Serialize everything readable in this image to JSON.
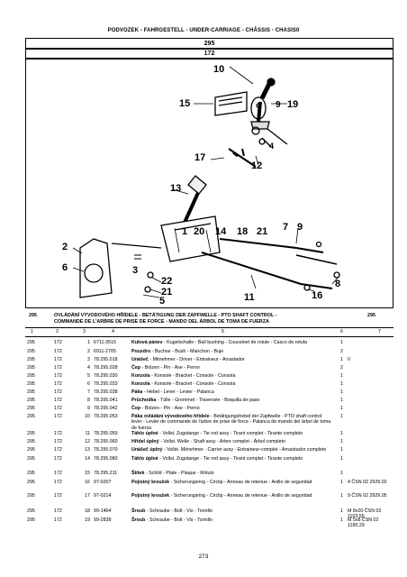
{
  "header": "PODVOZEK - FAHRGESTELL - UNDER-CARRIAGE - CHÂSSIS - CHASIS0",
  "group_number": "295",
  "subgroup_number": "172",
  "figure_callouts": [
    "10",
    "15",
    "9",
    "19",
    "4",
    "17",
    "12",
    "13",
    "1",
    "20",
    "14",
    "18",
    "21",
    "7",
    "9",
    "2",
    "6",
    "3",
    "22",
    "21",
    "5",
    "11",
    "8",
    "16"
  ],
  "section": {
    "number": "295",
    "number_right": "295",
    "title_line1": "OVLÁDÁNÍ VÝVODOVÉHO HŘÍDELE - BETÄTIGUNG DER ZAPFWELLE - PTO SHAFT CONTROL -",
    "title_line2": "COMMANDE DE L'ARBRE DE PRISE DE FORCE - MANDO DEL ÁRBOL DE TOMA DE FUERZA"
  },
  "columns": [
    "1",
    "2",
    "3",
    "4",
    "5",
    "6",
    "7"
  ],
  "rows": [
    {
      "c1": "295",
      "c2": "172",
      "c3": "1",
      "c4": "6711-3515",
      "name": "Kulová pánev",
      "desc": " - Kugelschalle - Ball bushing - Coussinet de rotule - Casco de rotula",
      "qty": "1",
      "note": ""
    },
    {
      "c1": "295",
      "c2": "172",
      "c3": "2",
      "c4": "6911-2705",
      "name": "Pouzdro",
      "desc": " - Buchse - Bush - Manchon - Buje",
      "qty": "2",
      "note": ""
    },
    {
      "c1": "295",
      "c2": "172",
      "c3": "3",
      "c4": "78.295.018",
      "name": "Unášeč",
      "desc": " - Mitnehmer - Driver - Entraineur - Arrastador",
      "qty": "1",
      "note": "II"
    },
    {
      "c1": "295",
      "c2": "172",
      "c3": "4",
      "c4": "78.295.028",
      "name": "Čep",
      "desc": " - Bolzen - Pin - Axe - Perno",
      "qty": "2",
      "note": ""
    },
    {
      "c1": "295",
      "c2": "172",
      "c3": "5",
      "c4": "78.295.030",
      "name": "Konzola",
      "desc": " - Konsole - Bracket - Console - Consola",
      "qty": "1",
      "note": ""
    },
    {
      "c1": "295",
      "c2": "172",
      "c3": "6",
      "c4": "78.295.033",
      "name": "Konzola",
      "desc": " - Konsole - Bracket - Console - Consola",
      "qty": "1",
      "note": ""
    },
    {
      "c1": "295",
      "c2": "172",
      "c3": "7",
      "c4": "78.295.038",
      "name": "Páka",
      "desc": " - Hebel - Lever - Levier - Palanca",
      "qty": "1",
      "note": ""
    },
    {
      "c1": "295",
      "c2": "172",
      "c3": "8",
      "c4": "78.295.041",
      "name": "Průchodka",
      "desc": " - Tülle - Grommet - Traversée - Boquilla de paso",
      "qty": "1",
      "note": ""
    },
    {
      "c1": "295",
      "c2": "172",
      "c3": "9",
      "c4": "78.295.042",
      "name": "Čep",
      "desc": " - Bolzen - Pin - Axe - Perno",
      "qty": "1",
      "note": ""
    },
    {
      "c1": "295",
      "c2": "172",
      "c3": "10",
      "c4": "78.295.053",
      "name": "Páka ovládání vývodového hřídele",
      "desc": " - Betätigungshebel der Zapfwelle - PTO shaft control lever - Levier de commande de l'arbre de prise de force - Palanca de mando del árbol de toma de fuerza",
      "qty": "1",
      "note": ""
    },
    {
      "c1": "295",
      "c2": "172",
      "c3": "11",
      "c4": "78.295.059",
      "name": "Táhlo úplné",
      "desc": " - Vollst. Zugstange - Tie rod assy - Tirant complet - Tirante completo",
      "qty": "1",
      "note": ""
    },
    {
      "c1": "295",
      "c2": "172",
      "c3": "12",
      "c4": "78.295.060",
      "name": "Hřídel úplný",
      "desc": " - Vollst. Welle - Shaft assy - Arbre complet - Árbol completo",
      "qty": "1",
      "note": ""
    },
    {
      "c1": "295",
      "c2": "172",
      "c3": "13",
      "c4": "78.295.070",
      "name": "Unášeč úplný",
      "desc": " - Vollst. Mitnehmer - Carrier assy - Entraineur-complet - Arrastrador completo",
      "qty": "1",
      "note": ""
    },
    {
      "c1": "295",
      "c2": "172",
      "c3": "14",
      "c4": "78.295.080",
      "name": "Táhlo úplné",
      "desc": " - Vollst. Zugstange - Tie rod assy - Tirant complet - Tirante completo",
      "qty": "1",
      "note": ""
    },
    {
      "c1": "295",
      "c2": "172",
      "c3": "15",
      "c4": "78.295.211",
      "name": "Štítek",
      "desc": " - Schild - Plate - Plaque - Rótulo",
      "qty": "1",
      "note": ""
    },
    {
      "c1": "295",
      "c2": "172",
      "c3": "16",
      "c4": "97-0207",
      "name": "Pojistný kroužek",
      "desc": " - Sicherungsring - Circlip - Anneau de retenue - Anillo de seguridad",
      "qty": "1",
      "note": "4 ČSN 02 2929.02"
    },
    {
      "c1": "295",
      "c2": "172",
      "c3": "17",
      "c4": "97-0214",
      "name": "Pojistný kroužek",
      "desc": " - Sicherungsring - Circlip - Anneau de retenue - Anillo de seguridad",
      "qty": "1",
      "note": "9 ČSN 02 2929.05"
    },
    {
      "c1": "295",
      "c2": "172",
      "c3": "18",
      "c4": "99-1464",
      "name": "Šroub",
      "desc": " - Schraube - Bolt - Vis - Tornillo",
      "qty": "1",
      "note": "M 8x20 ČSN 02 1103.55"
    },
    {
      "c1": "295",
      "c2": "172",
      "c3": "19",
      "c4": "99-2838",
      "name": "Šroub",
      "desc": " - Schraube - Bolt - Vis - Tornillo",
      "qty": "1",
      "note": "M 5x8 ČSN 02 1185.29"
    }
  ],
  "page_number": "273"
}
